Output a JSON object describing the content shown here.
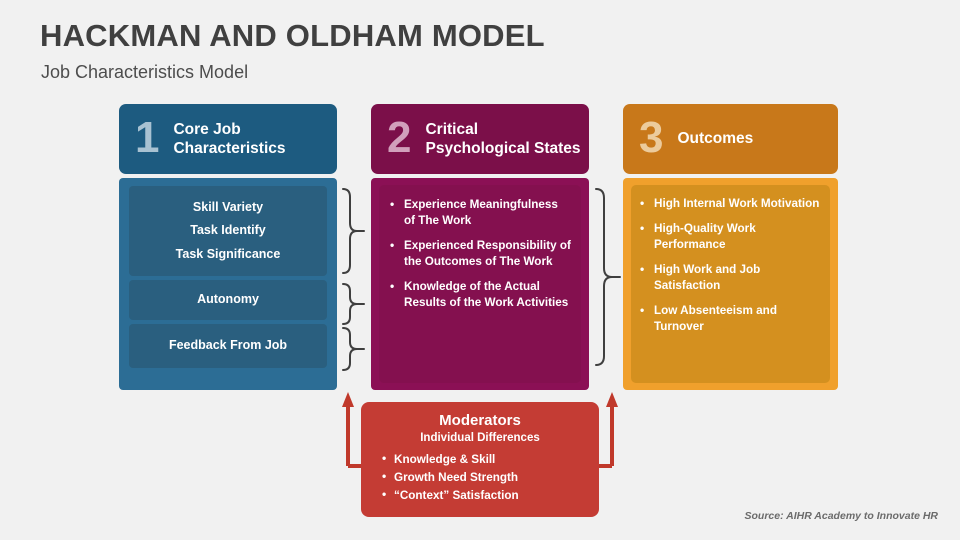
{
  "header": {
    "title": "HACKMAN AND OLDHAM MODEL",
    "subtitle": "Job Characteristics Model"
  },
  "colors": {
    "background": "#f1f1f1",
    "col1_header": "#1d5b80",
    "col1_body": "#2c6d95",
    "col1_box": "#2a5f7f",
    "col2_header": "#7b0f49",
    "col2_body": "#8b1055",
    "col2_box": "#84104f",
    "col3_header": "#c8781a",
    "col3_body": "#f0a02c",
    "col3_box": "#d4901f",
    "moderators": "#c43c34",
    "arrow": "#c0392b",
    "brace": "#3f3f3f",
    "title_text": "#404040"
  },
  "columns": [
    {
      "number": "1",
      "title": "Core Job\nCharacteristics",
      "groups": [
        {
          "lines": [
            "Skill Variety",
            "Task Identify",
            "Task Significance"
          ]
        },
        {
          "lines": [
            "Autonomy"
          ]
        },
        {
          "lines": [
            "Feedback From Job"
          ]
        }
      ]
    },
    {
      "number": "2",
      "title": "Critical\nPsychological States",
      "bullets": [
        "Experience Meaningfulness of The Work",
        "Experienced Responsibility of the Outcomes of The Work",
        "Knowledge of the Actual Results of the Work Activities"
      ]
    },
    {
      "number": "3",
      "title": "Outcomes",
      "bullets": [
        "High Internal Work Motivation",
        "High-Quality Work Performance",
        "High Work and Job Satisfaction",
        "Low Absenteeism and Turnover"
      ]
    }
  ],
  "moderators": {
    "title": "Moderators",
    "subtitle": "Individual Differences",
    "bullets": [
      "Knowledge & Skill",
      "Growth Need Strength",
      "“Context” Satisfaction"
    ]
  },
  "footer": {
    "source": "Source: AIHR Academy to Innovate HR"
  }
}
